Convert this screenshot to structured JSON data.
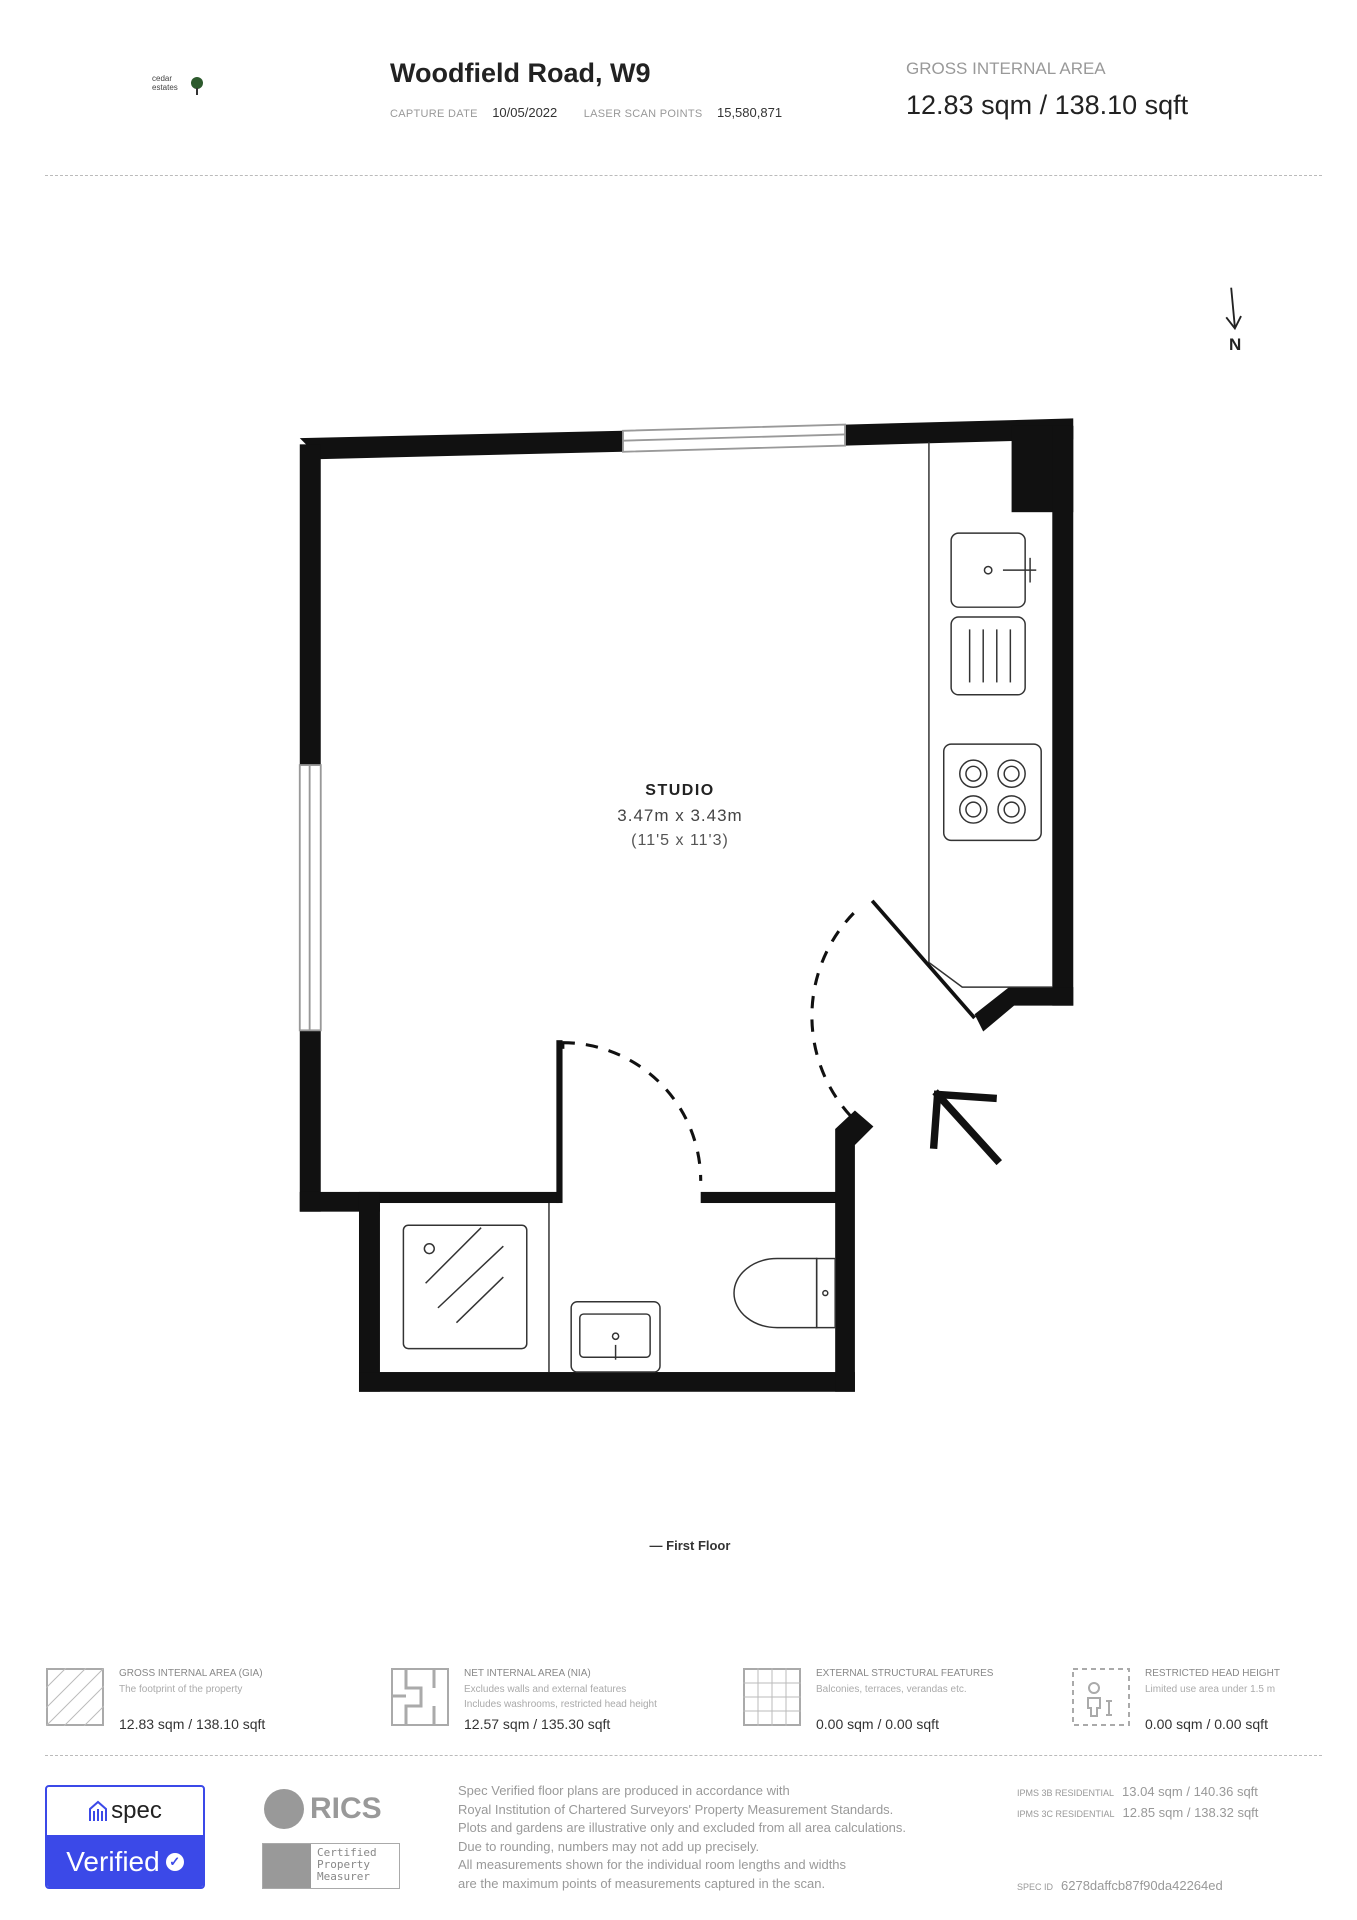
{
  "header": {
    "logo_text": "cedar estates",
    "title": "Woodfield Road, W9",
    "capture_date_label": "CAPTURE DATE",
    "capture_date": "10/05/2022",
    "scan_points_label": "LASER SCAN POINTS",
    "scan_points": "15,580,871",
    "gia_label": "GROSS INTERNAL AREA",
    "gia_value": "12.83 sqm / 138.10 sqft"
  },
  "plan": {
    "north": "N",
    "room_name": "STUDIO",
    "room_dims_m": "3.47m x 3.43m",
    "room_dims_ft": "(11'5 x 11'3)",
    "floor_label": "— First Floor"
  },
  "legend": [
    {
      "title": "GROSS INTERNAL AREA (GIA)",
      "desc": [
        "The footprint of the property"
      ],
      "value": "12.83 sqm / 138.10 sqft"
    },
    {
      "title": "NET INTERNAL AREA (NIA)",
      "desc": [
        "Excludes walls and external features",
        "Includes washrooms, restricted head height"
      ],
      "value": "12.57 sqm / 135.30 sqft"
    },
    {
      "title": "EXTERNAL STRUCTURAL FEATURES",
      "desc": [
        "Balconies, terraces, verandas etc."
      ],
      "value": "0.00 sqm / 0.00 sqft"
    },
    {
      "title": "RESTRICTED HEAD HEIGHT",
      "desc": [
        "Limited use area under 1.5 m"
      ],
      "value": "0.00 sqm / 0.00 sqft"
    }
  ],
  "footer": {
    "spec_logo": "spec",
    "verified": "Verified",
    "rics": "RICS",
    "rics_cert": "Certified Property Measurer",
    "disclaimer": [
      "Spec Verified floor plans are produced in accordance with",
      "Royal Institution of Chartered Surveyors' Property Measurement Standards.",
      "Plots and gardens are illustrative only and excluded from all area calculations.",
      "Due to rounding, numbers may not add up precisely.",
      "All measurements shown for the individual room lengths and widths",
      "are the maximum points of measurements captured in the scan."
    ],
    "ipms3b_label": "IPMS 3B RESIDENTIAL",
    "ipms3b_value": "13.04 sqm / 140.36 sqft",
    "ipms3c_label": "IPMS 3C RESIDENTIAL",
    "ipms3c_value": "12.85 sqm / 138.32 sqft",
    "spec_id_label": "SPEC ID",
    "spec_id": "6278daffcb87f90da42264ed"
  }
}
